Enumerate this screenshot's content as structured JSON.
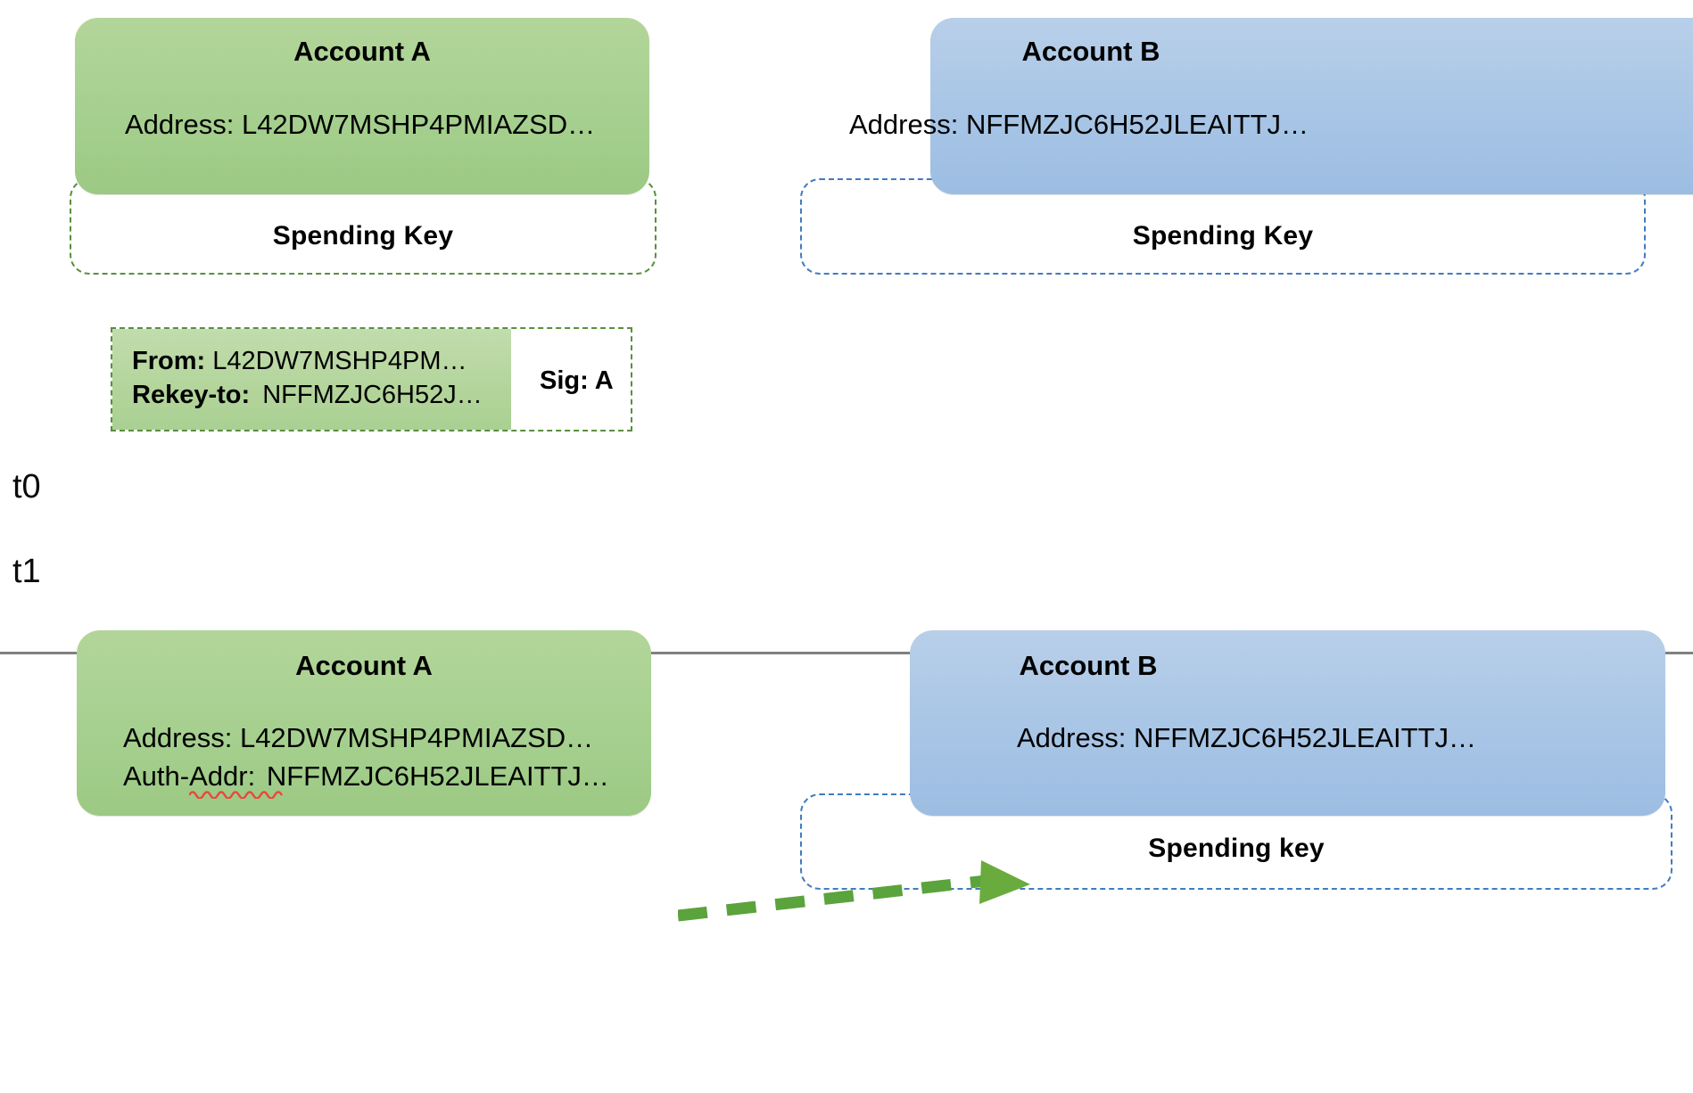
{
  "colors": {
    "green_fill": "#a8d191",
    "green_border": "#57903c",
    "blue_fill": "#a9c6e6",
    "blue_border": "#3f7cc0",
    "arrow_green": "#5ba33c",
    "divider_gray": "#808080",
    "txn_fill": "#b5d69e",
    "spellcheck_red": "#e8483f"
  },
  "t0": {
    "time_label": "t0",
    "account_a": {
      "title": "Account A",
      "address_line": "Address: L42DW7MSHP4PMIAZSD…",
      "spending_key_label": "Spending Key"
    },
    "account_b": {
      "title": "Account B",
      "address_line": "Address: NFFMZJC6H52JLEAITTJ…",
      "spending_key_label": "Spending Key"
    },
    "transaction": {
      "from_label": "From:",
      "from_value": "L42DW7MSHP4PM…",
      "rekey_label": "Rekey-to:",
      "rekey_value": "NFFMZJC6H52J…",
      "signature": "Sig: A"
    }
  },
  "t1": {
    "time_label": "t1",
    "account_a": {
      "title": "Account A",
      "address_line": "Address: L42DW7MSHP4PMIAZSD…",
      "auth_addr_label": "Auth-Addr:",
      "auth_addr_value": "NFFMZJC6H52JLEAITTJ…"
    },
    "account_b": {
      "title": "Account B",
      "address_line": "Address: NFFMZJC6H52JLEAITTJ…",
      "spending_key_label": "Spending key"
    },
    "arrow": {
      "name": "rekey-link-arrow",
      "style": "dashed-arrow-right"
    }
  }
}
